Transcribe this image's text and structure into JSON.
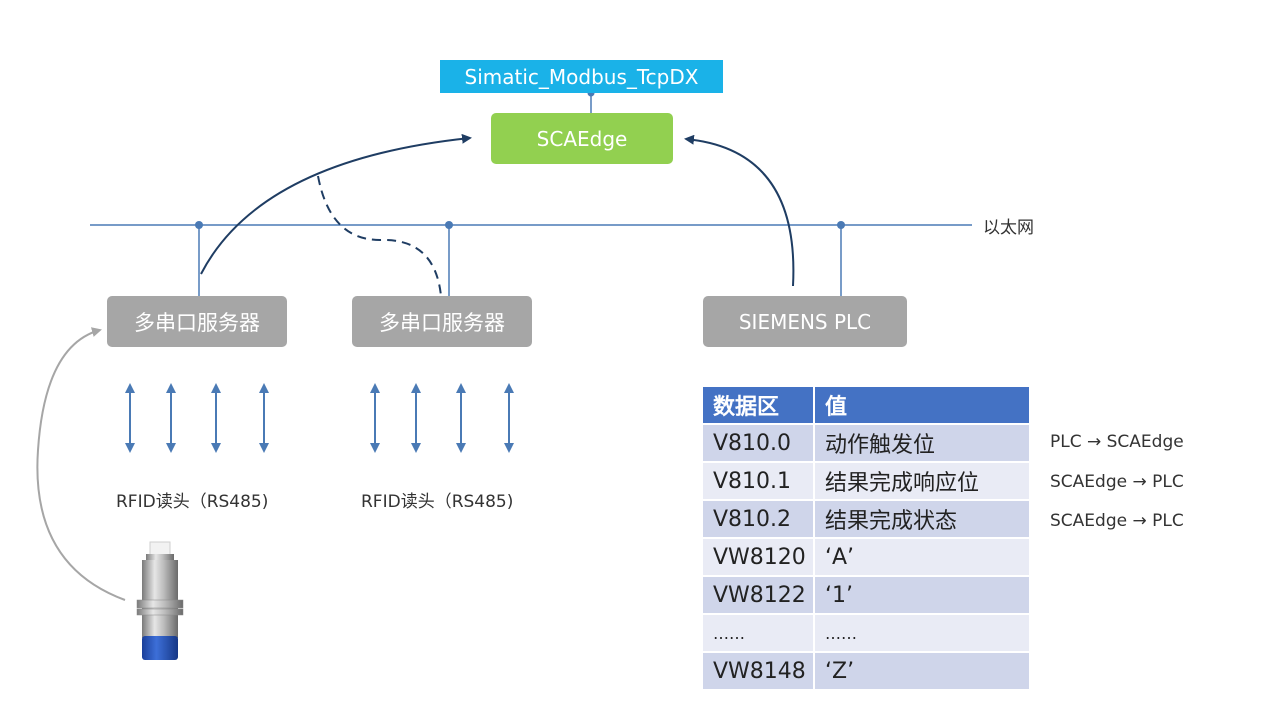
{
  "protocol_label": "Simatic_Modbus_TcpDX",
  "edge_label": "SCAEdge",
  "ethernet_label": "以太网",
  "servers": [
    {
      "label": "多串口服务器"
    },
    {
      "label": "多串口服务器"
    }
  ],
  "plc_label": "SIEMENS PLC",
  "rfid_labels": [
    "RFID读头（RS485)",
    "RFID读头（RS485)"
  ],
  "table": {
    "headers": [
      "数据区",
      "值"
    ],
    "rows": [
      {
        "area": "V810.0",
        "value": "动作触发位",
        "direction": "PLC → SCAEdge"
      },
      {
        "area": "V810.1",
        "value": "结果完成响应位",
        "direction": "SCAEdge → PLC"
      },
      {
        "area": "V810.2",
        "value": "结果完成状态",
        "direction": "SCAEdge → PLC"
      },
      {
        "area": "VW8120",
        "value": "‘A’"
      },
      {
        "area": "VW8122",
        "value": "‘1’"
      },
      {
        "area": "……",
        "value": "……"
      },
      {
        "area": "VW8148",
        "value": "‘Z’"
      }
    ]
  },
  "colors": {
    "protocol_box": "#1ab2e8",
    "edge_box": "#92d050",
    "device_box": "#a6a6a6",
    "line": "#4a7ab5",
    "arrow_dark": "#1f3d63",
    "table_header": "#4472c4"
  }
}
